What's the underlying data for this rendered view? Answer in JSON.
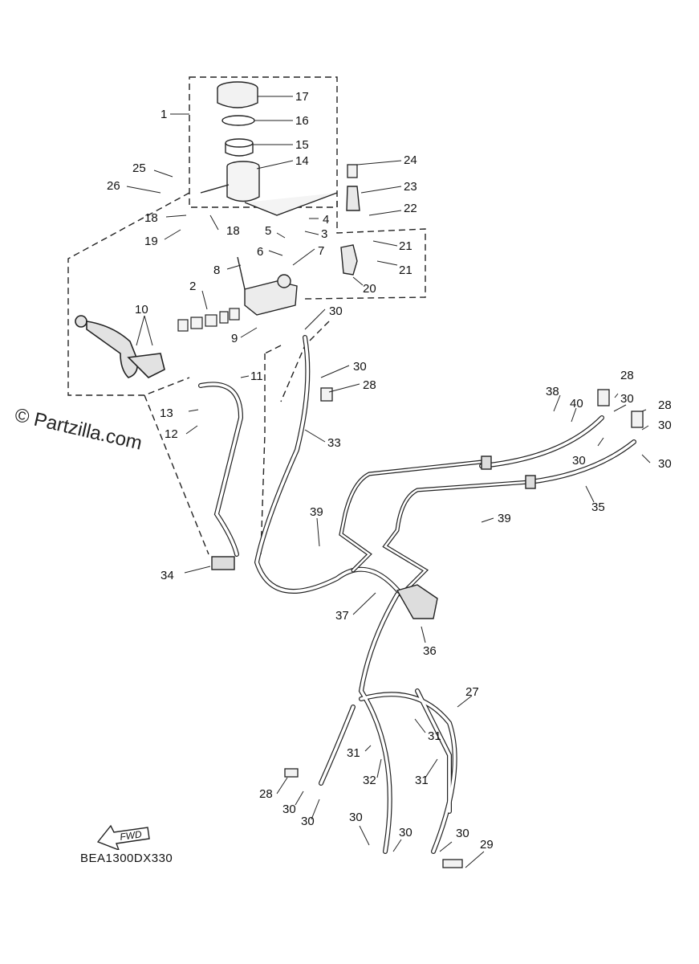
{
  "watermark": "© Partzilla.com",
  "diagram_code": "BEA1300DX330",
  "fwd_label": "FWD",
  "callouts": [
    {
      "id": "c1",
      "text": "1"
    },
    {
      "id": "c17",
      "text": "17"
    },
    {
      "id": "c16",
      "text": "16"
    },
    {
      "id": "c15",
      "text": "15"
    },
    {
      "id": "c14",
      "text": "14"
    },
    {
      "id": "c25",
      "text": "25"
    },
    {
      "id": "c26",
      "text": "26"
    },
    {
      "id": "c24",
      "text": "24"
    },
    {
      "id": "c23",
      "text": "23"
    },
    {
      "id": "c22",
      "text": "22"
    },
    {
      "id": "c18a",
      "text": "18"
    },
    {
      "id": "c18b",
      "text": "18"
    },
    {
      "id": "c19",
      "text": "19"
    },
    {
      "id": "c4",
      "text": "4"
    },
    {
      "id": "c3",
      "text": "3"
    },
    {
      "id": "c5",
      "text": "5"
    },
    {
      "id": "c6",
      "text": "6"
    },
    {
      "id": "c7",
      "text": "7"
    },
    {
      "id": "c21a",
      "text": "21"
    },
    {
      "id": "c21b",
      "text": "21"
    },
    {
      "id": "c8",
      "text": "8"
    },
    {
      "id": "c2",
      "text": "2"
    },
    {
      "id": "c20",
      "text": "20"
    },
    {
      "id": "c10",
      "text": "10"
    },
    {
      "id": "c30a",
      "text": "30"
    },
    {
      "id": "c9",
      "text": "9"
    },
    {
      "id": "c30b",
      "text": "30"
    },
    {
      "id": "c28a",
      "text": "28"
    },
    {
      "id": "c11",
      "text": "11"
    },
    {
      "id": "c28b",
      "text": "28"
    },
    {
      "id": "c38",
      "text": "38"
    },
    {
      "id": "c40",
      "text": "40"
    },
    {
      "id": "c30c",
      "text": "30"
    },
    {
      "id": "c28c",
      "text": "28"
    },
    {
      "id": "c30d",
      "text": "30"
    },
    {
      "id": "c13",
      "text": "13"
    },
    {
      "id": "c12",
      "text": "12"
    },
    {
      "id": "c33",
      "text": "33"
    },
    {
      "id": "c30e",
      "text": "30"
    },
    {
      "id": "c30f",
      "text": "30"
    },
    {
      "id": "c35",
      "text": "35"
    },
    {
      "id": "c39a",
      "text": "39"
    },
    {
      "id": "c39b",
      "text": "39"
    },
    {
      "id": "c34",
      "text": "34"
    },
    {
      "id": "c37",
      "text": "37"
    },
    {
      "id": "c36",
      "text": "36"
    },
    {
      "id": "c27",
      "text": "27"
    },
    {
      "id": "c31a",
      "text": "31"
    },
    {
      "id": "c31b",
      "text": "31"
    },
    {
      "id": "c32",
      "text": "32"
    },
    {
      "id": "c31c",
      "text": "31"
    },
    {
      "id": "c28d",
      "text": "28"
    },
    {
      "id": "c30g",
      "text": "30"
    },
    {
      "id": "c30h",
      "text": "30"
    },
    {
      "id": "c30i",
      "text": "30"
    },
    {
      "id": "c30j",
      "text": "30"
    },
    {
      "id": "c30k",
      "text": "30"
    },
    {
      "id": "c29",
      "text": "29"
    }
  ]
}
